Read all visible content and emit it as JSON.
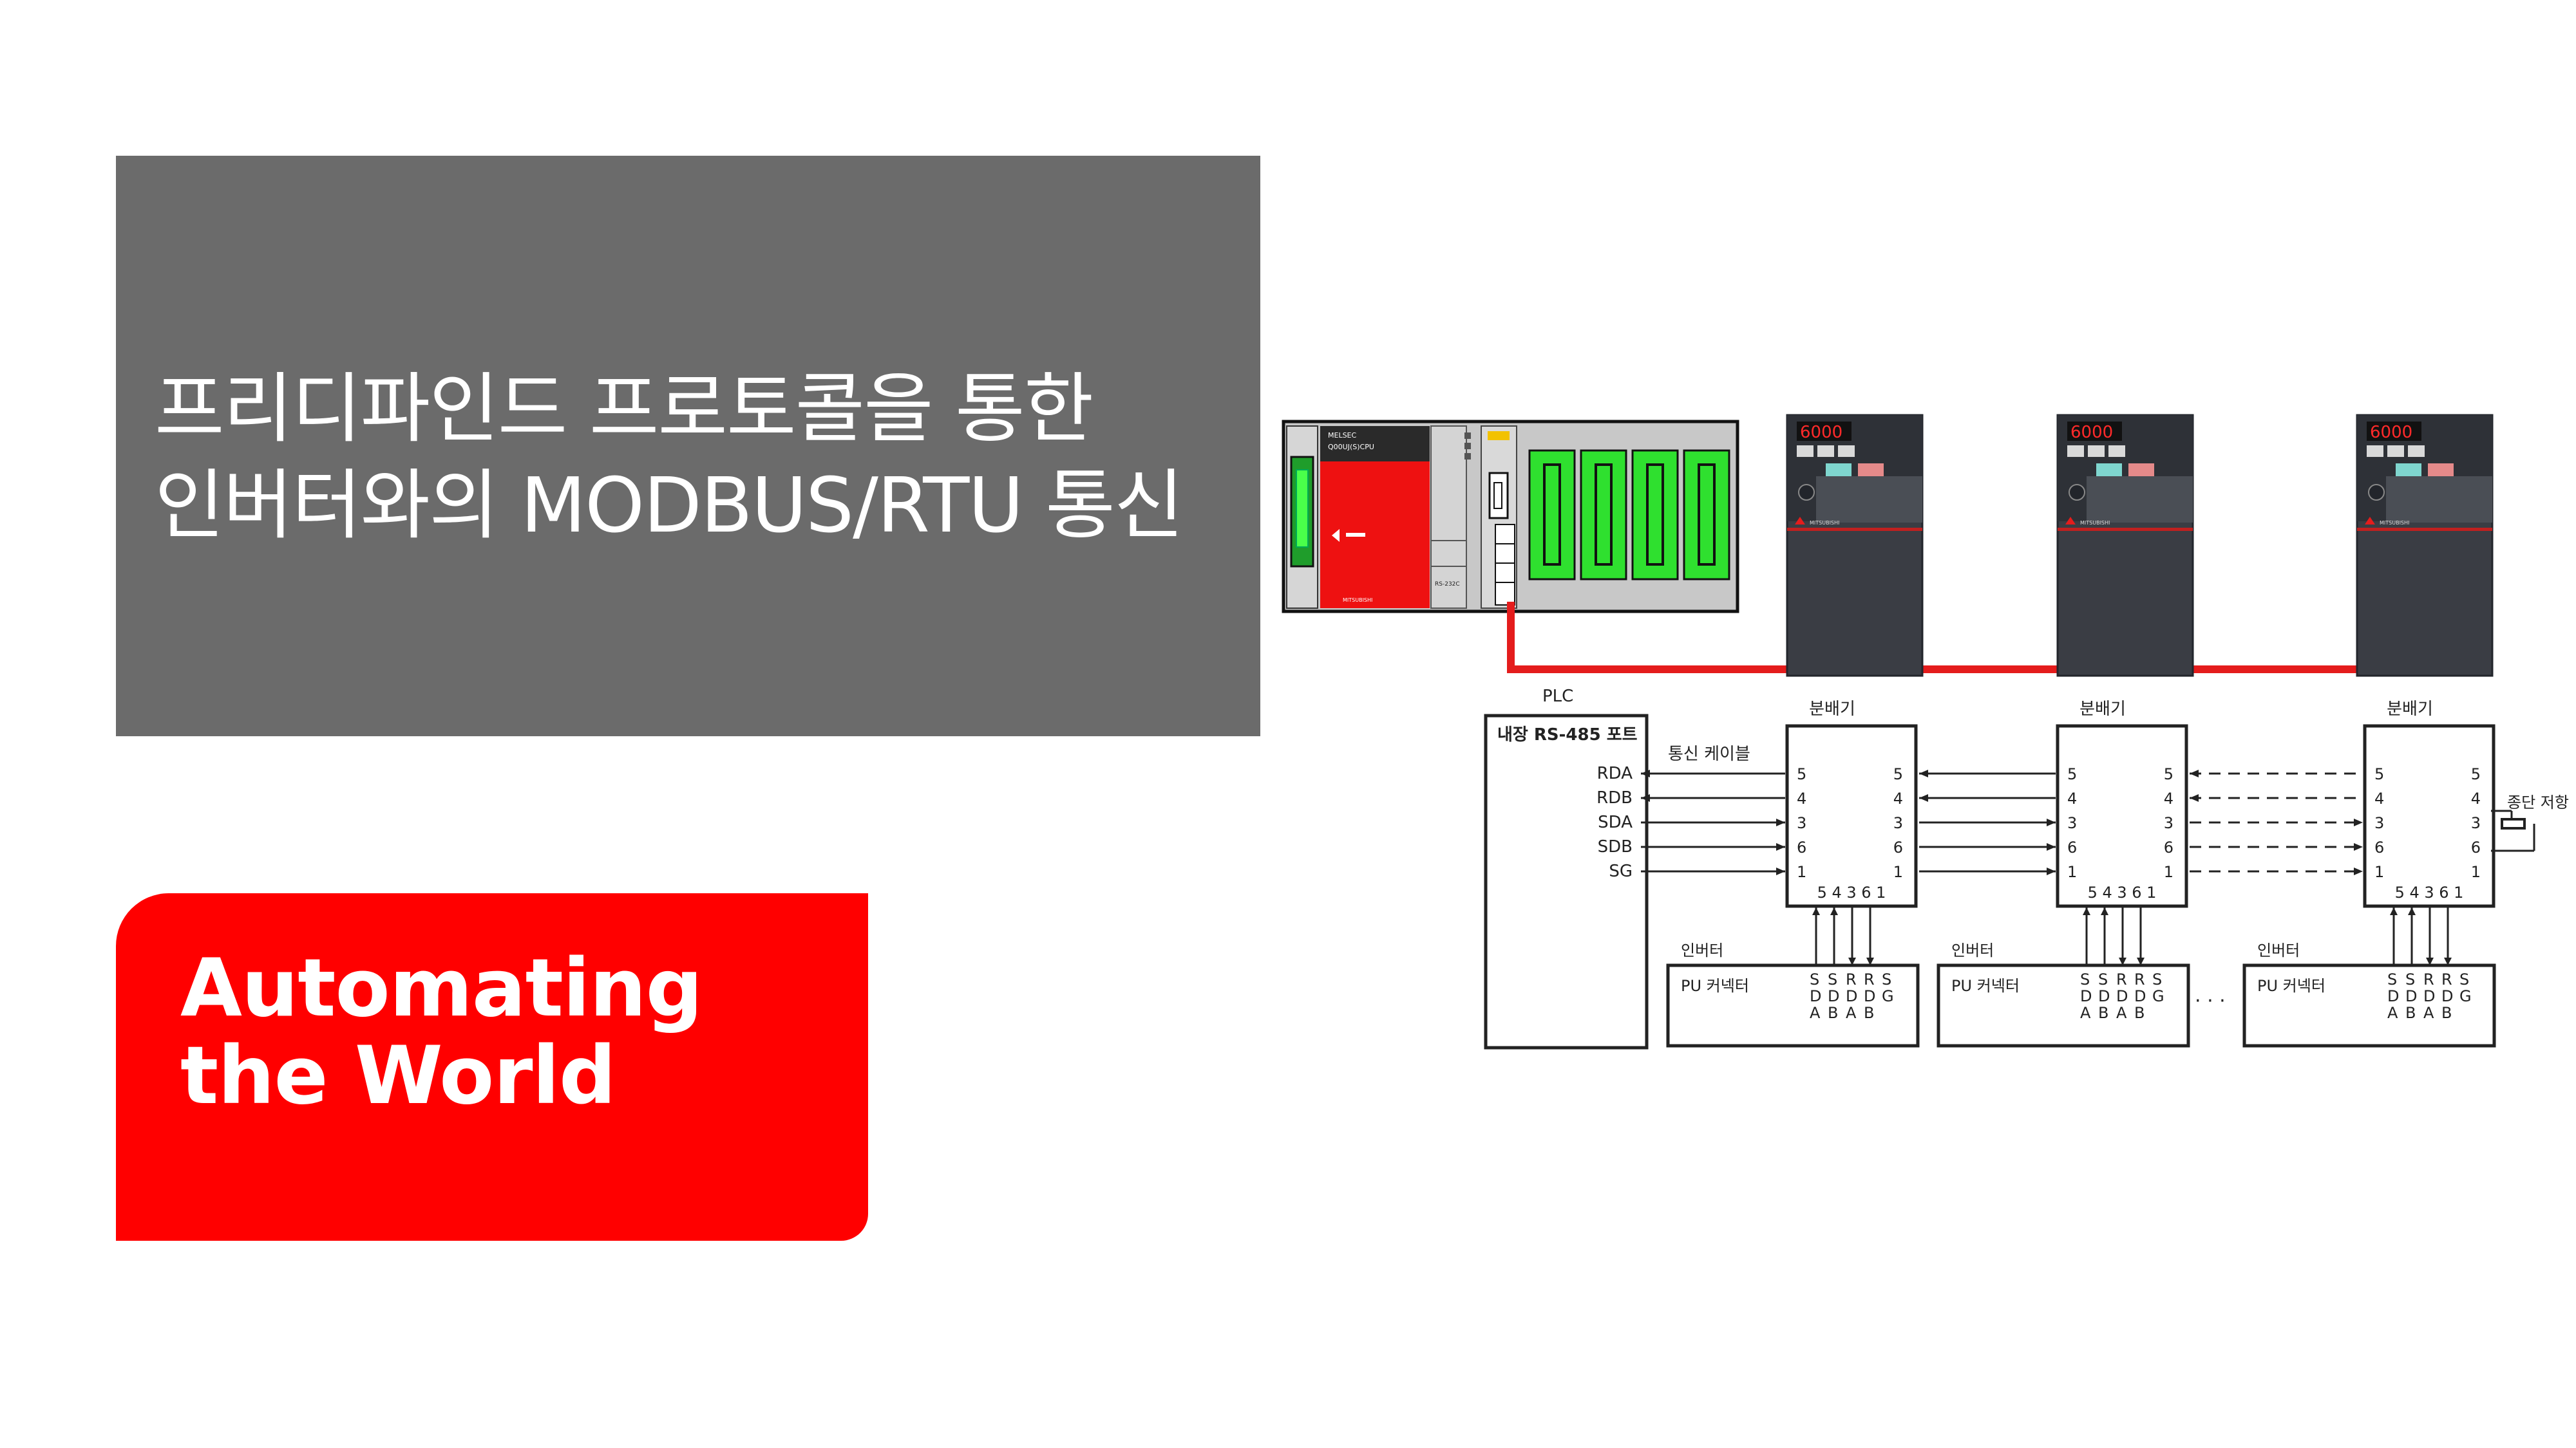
{
  "title": {
    "text": "프리디파인드 프로토콜을 통한\n인버터와의 MODBUS/RTU 통신"
  },
  "brand": {
    "text": "Automating\nthe World"
  },
  "hardware": {
    "plc_model_line1": "MELSEC",
    "plc_model_line2": "Q00UJ(S)CPU",
    "plc_port_label": "RS-232C",
    "plc_maker": "MITSUBISHI",
    "inverter_display": "6000",
    "inverter_brand": "MITSUBISHI"
  },
  "wiring": {
    "plc_label": "PLC",
    "plc_port": "내장 RS-485 포트",
    "cable_label": "통신 케이블",
    "signals": [
      "RDA",
      "RDB",
      "SDA",
      "SDB",
      "SG"
    ],
    "splitter_label": "분배기",
    "splitter_pins": [
      "5",
      "4",
      "3",
      "6",
      "1"
    ],
    "splitter_bottom_pins": "5 4 3 6 1",
    "terminator_label": "종단 저항",
    "inverter_label": "인버터",
    "pu_connector_label": "PU 커넥터",
    "pu_pins": [
      [
        "S",
        "D",
        "A"
      ],
      [
        "S",
        "D",
        "B"
      ],
      [
        "R",
        "D",
        "A"
      ],
      [
        "R",
        "D",
        "B"
      ],
      [
        "S",
        "G",
        ""
      ]
    ],
    "ellipsis": "· · ·"
  },
  "colors": {
    "title_bg": "#6b6b6b",
    "brand_red": "#ff0000",
    "plc_red": "#ee1111",
    "module_green": "#2fe02f",
    "cable_red": "#e41c1c",
    "inverter_body": "#3a3d44"
  }
}
